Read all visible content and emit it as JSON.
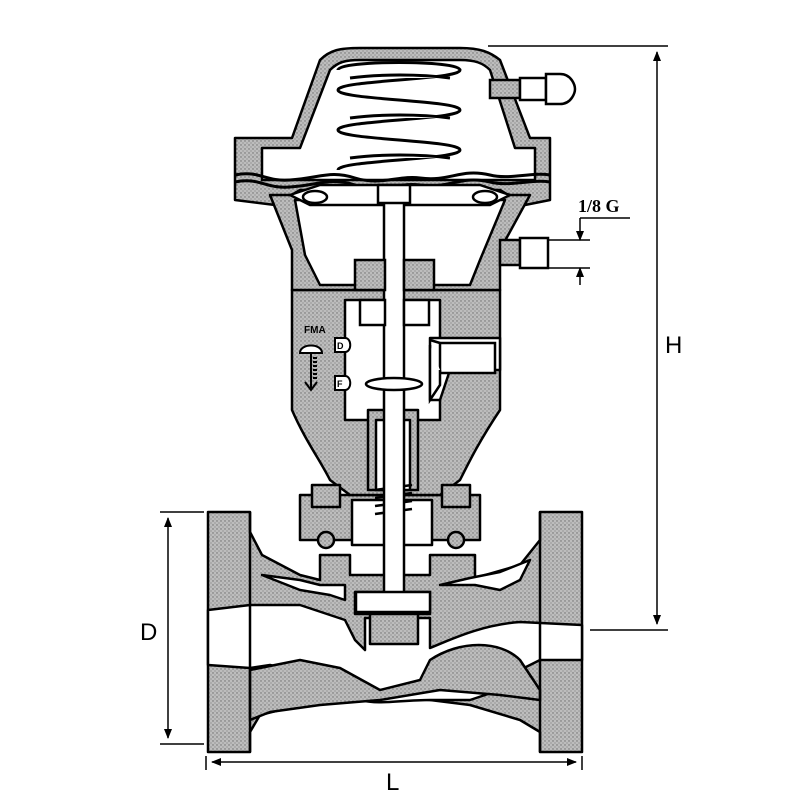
{
  "drawing": {
    "dimensions": {
      "height_label": "H",
      "diameter_label": "D",
      "length_label": "L",
      "port_label": "1/8 G"
    },
    "plate": {
      "brand": "FMA",
      "mark_d": "D",
      "mark_f": "F"
    }
  }
}
